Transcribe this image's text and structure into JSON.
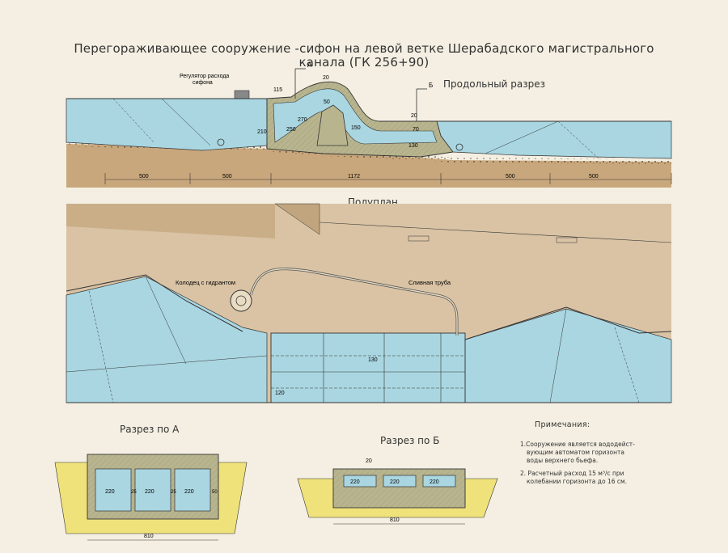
{
  "title": {
    "line1": "Перегораживающее сооружение -сифон на левой ветке Шерабадского магистрального",
    "line2": "канала (ГК 256+90)"
  },
  "sections": {
    "longitudinal": "Продольный разрез",
    "halfplan": "Полуплан",
    "section_a": "Разрез по А",
    "section_b": "Разрез по Б"
  },
  "callouts": {
    "regulator_1": "Регулятор расхода",
    "regulator_2": "сифона",
    "hydrant_well": "Колодец с гидрантом",
    "drain_pipe": "Сливная труба",
    "mark_a": "А",
    "mark_b": "Б"
  },
  "dimensions": {
    "d500a": "500",
    "d500b": "500",
    "d1172": "1172",
    "d500c": "500",
    "d500d": "500",
    "d115": "115",
    "d20a": "20",
    "d20b": "20",
    "d270": "270",
    "d250": "250",
    "d150": "150",
    "d50": "50",
    "d130": "130",
    "d70": "70",
    "d210": "210",
    "d130p": "130",
    "d120": "120",
    "a220a": "220",
    "a25a": "25",
    "a220b": "220",
    "a25b": "25",
    "a220c": "220",
    "a50": "50",
    "a810": "810",
    "b20": "20",
    "b220a": "220",
    "b220b": "220",
    "b220c": "220",
    "b810": "810"
  },
  "notes": {
    "title": "Примечания:",
    "n1_l1": "1.Сооружение является вододейст-",
    "n1_l2": "вующим автоматом горизонта",
    "n1_l3": "воды верхнего бьефа.",
    "n2_l1": "2. Расчетный расход 15 м³/с при",
    "n2_l2": "колебании горизонта до 16 см."
  },
  "colors": {
    "paper": "#f4efe2",
    "water": "#a9d6e1",
    "ground": "#c9a77c",
    "concrete": "#b7b48e",
    "sand": "#f0e27a",
    "line": "#333333"
  }
}
